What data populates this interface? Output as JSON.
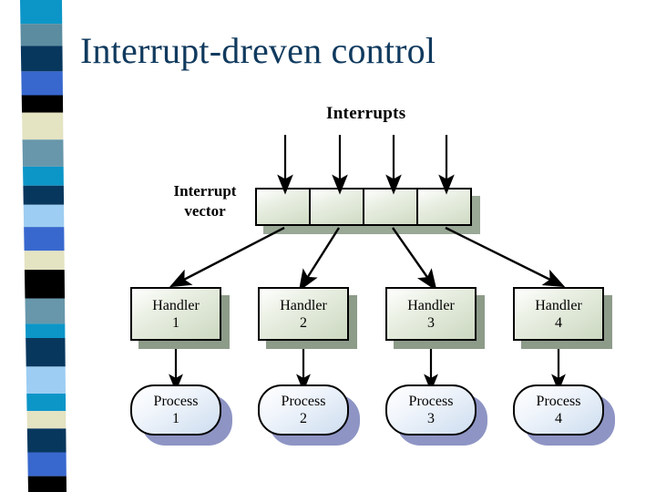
{
  "slide": {
    "title": "Interrupt-dreven control",
    "title_color": "#103A5E",
    "background_color": "#ffffff"
  },
  "decoration": {
    "name": "left-color-stripe",
    "bands": [
      {
        "color": "#0C96C8",
        "height": 30
      },
      {
        "color": "#5B8CA0",
        "height": 28
      },
      {
        "color": "#08375E",
        "height": 32
      },
      {
        "color": "#3868CE",
        "height": 30
      },
      {
        "color": "#000000",
        "height": 22
      },
      {
        "color": "#E4E3C2",
        "height": 34
      },
      {
        "color": "#6897AB",
        "height": 34
      },
      {
        "color": "#0C96C8",
        "height": 24
      },
      {
        "color": "#08375E",
        "height": 24
      },
      {
        "color": "#9DCDF2",
        "height": 28
      },
      {
        "color": "#3868CE",
        "height": 30
      },
      {
        "color": "#E4E3C2",
        "height": 24
      },
      {
        "color": "#000000",
        "height": 36
      },
      {
        "color": "#6897AB",
        "height": 32
      },
      {
        "color": "#0C96C8",
        "height": 18
      },
      {
        "color": "#08375E",
        "height": 36
      },
      {
        "color": "#9DCDF2",
        "height": 34
      },
      {
        "color": "#0C96C8",
        "height": 22
      },
      {
        "color": "#E4E3C2",
        "height": 22
      },
      {
        "color": "#08375E",
        "height": 30
      },
      {
        "color": "#3868CE",
        "height": 30
      },
      {
        "color": "#000000",
        "height": 20
      }
    ]
  },
  "diagram": {
    "type": "block-diagram",
    "labels": {
      "interrupts": "Interrupts",
      "interrupt_vector_line1": "Interrupt",
      "interrupt_vector_line2": "vector"
    },
    "vector": {
      "name": "interrupt-vector-table",
      "cell_count": 4,
      "fill_color": "#cfdac3",
      "border_color": "#000000",
      "shadow_color": "#9AA896"
    },
    "handlers": [
      {
        "line1": "Handler",
        "line2": "1"
      },
      {
        "line1": "Handler",
        "line2": "2"
      },
      {
        "line1": "Handler",
        "line2": "3"
      },
      {
        "line1": "Handler",
        "line2": "4"
      }
    ],
    "processes": [
      {
        "line1": "Process",
        "line2": "1"
      },
      {
        "line1": "Process",
        "line2": "2"
      },
      {
        "line1": "Process",
        "line2": "3"
      },
      {
        "line1": "Process",
        "line2": "4"
      }
    ],
    "handler_fill_color": "#cbd8c0",
    "handler_shadow_color": "#8D9B89",
    "process_fill_color": "#cdddef",
    "process_shadow_color": "#8E95C4",
    "arrow_color": "#000000",
    "interrupt_arrow_count": 4,
    "dispatch_arrow_count": 4,
    "handler_to_process_arrow_count": 4
  }
}
